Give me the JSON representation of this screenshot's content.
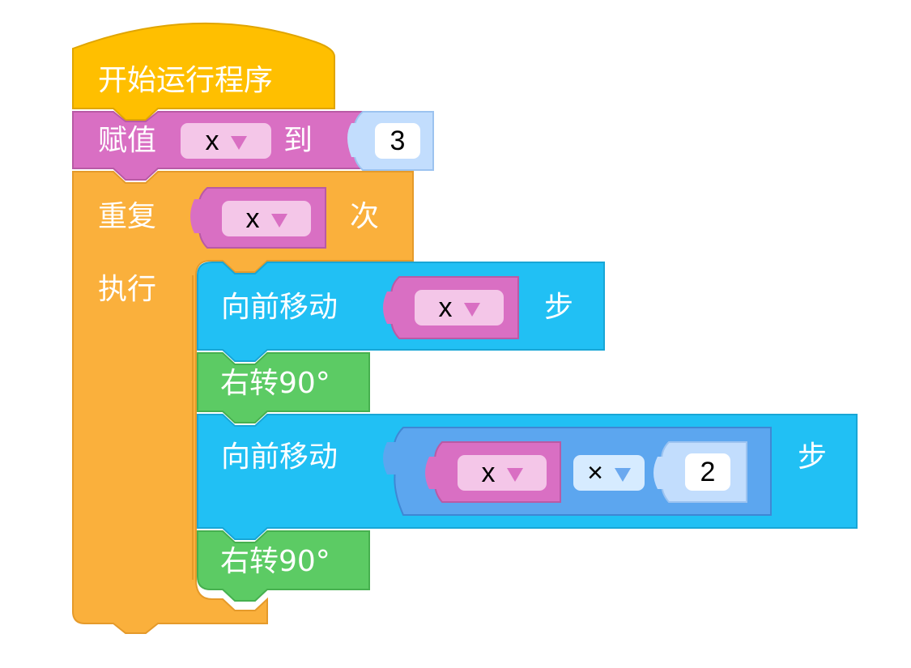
{
  "workspace": {
    "start_block": {
      "label": "开始运行程序"
    },
    "set_block": {
      "label_set": "赋值",
      "variable": "x",
      "label_to": "到",
      "value": "3"
    },
    "repeat_block": {
      "label_repeat": "重复",
      "times_variable": "x",
      "label_times": "次",
      "label_do": "执行",
      "body": [
        {
          "type": "move",
          "label": "向前移动",
          "variable": "x",
          "unit": "步"
        },
        {
          "type": "turn",
          "label": "右转90°"
        },
        {
          "type": "move",
          "label": "向前移动",
          "variable": "x",
          "operator": "×",
          "operand": "2",
          "unit": "步"
        },
        {
          "type": "turn",
          "label": "右转90°"
        }
      ]
    }
  },
  "colors": {
    "event": "#FFBF00",
    "variable": "#D96FC3",
    "control": "#FAB03C",
    "motion": "#21C0F4",
    "turn": "#5CCB64",
    "math": "#5CA6EF",
    "number_socket": "#C2DDFD"
  }
}
